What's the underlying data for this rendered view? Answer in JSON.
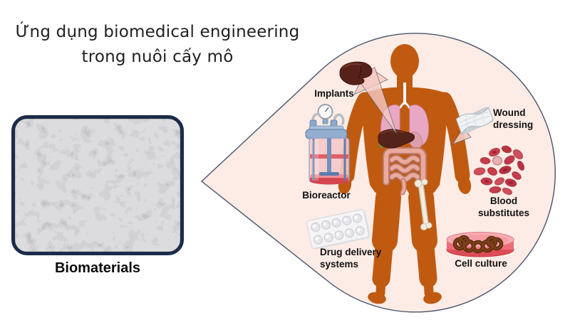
{
  "title": {
    "line1": "Ứng dụng biomedical engineering",
    "line2": "trong nuôi cấy mô"
  },
  "biomaterials_label": "Biomaterials",
  "labels": {
    "implants": "Implants",
    "wound_dressing": "Wound dressing",
    "bioreactor": "Bioreactor",
    "blood_substitutes": "Blood substitutes",
    "drug_delivery": "Drug delivery systems",
    "cell_culture": "Cell culture"
  },
  "icons": [
    "sem-micrograph",
    "human-body-icon",
    "liver-icon",
    "bioreactor-icon",
    "wound-dressing-icon",
    "blood-cells-icon",
    "pill-blister-icon",
    "petri-dish-icon"
  ],
  "colors": {
    "body_orange": "#c05a11",
    "bubble_fill": "#fdece5",
    "bubble_stroke": "#47536e",
    "frame_navy": "#1c2b4a",
    "callout_pink": "#f6cac5",
    "lung_pink": "#e8a8c4",
    "liver_brown": "#552119",
    "blood_red": "#c73d49"
  }
}
